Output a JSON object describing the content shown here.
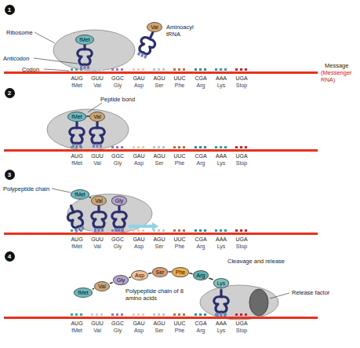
{
  "diagram": {
    "nodes": [
      {
        "text": [
          "1"
        ]
      },
      {
        "text": [
          "fMet"
        ]
      },
      {
        "text": [
          "Val"
        ]
      },
      {
        "text": [
          "2"
        ]
      },
      {
        "text": [
          "fMet"
        ]
      },
      {
        "text": [
          "Val"
        ]
      },
      {
        "text": [
          "3"
        ]
      },
      {
        "text": [
          "fMet"
        ]
      },
      {
        "text": [
          "Val"
        ]
      },
      {
        "text": [
          "Gly"
        ]
      },
      {
        "text": [
          "4"
        ]
      },
      {
        "text": [
          "fMet"
        ]
      },
      {
        "text": [
          "Val"
        ]
      },
      {
        "text": [
          "Gly"
        ]
      },
      {
        "text": [
          "Asp"
        ]
      },
      {
        "text": [
          "Ser"
        ]
      },
      {
        "text": [
          "Phe"
        ]
      },
      {
        "text": [
          "Arg"
        ]
      },
      {
        "text": [
          "Lys"
        ]
      }
    ],
    "edges": [
      {
        "from": 4,
        "to": 5,
        "arrow": "none"
      },
      {
        "from": 7,
        "to": 8,
        "arrow": "none"
      },
      {
        "from": 11,
        "to": 12,
        "arrow": "none"
      },
      {
        "from": 12,
        "to": 13,
        "arrow": "none"
      },
      {
        "from": 13,
        "to": 14,
        "arrow": "none"
      },
      {
        "from": 14,
        "to": 15,
        "arrow": "none"
      },
      {
        "from": 15,
        "to": 16,
        "arrow": "none"
      },
      {
        "from": 16,
        "to": 17,
        "arrow": "none"
      },
      {
        "from": 17,
        "to": 18,
        "arrow": "none"
      }
    ],
    "labels": [
      "Ribosome",
      "Aminoacyl tRNA",
      "Anticodon",
      "Message",
      "Codon",
      "AUG",
      "GUU",
      "GGC",
      "GAU",
      "AGU",
      "UUC",
      "CGA",
      "AAA",
      "UGA",
      "fMet",
      "Val",
      "Gly",
      "Asp",
      "Ser",
      "Phe",
      "Arg",
      "Lys",
      "Stop",
      "(Messenger RNA)",
      "Peptide bond",
      "AUG",
      "GUU",
      "GGC",
      "GAU",
      "AGU",
      "UUC",
      "CGA",
      "AAA",
      "UGA",
      "fMet",
      "Val",
      "Gly",
      "Asp",
      "Ser",
      "Phe",
      "Arg",
      "Lys",
      "Stop",
      "Polypeptide chain",
      "AUG",
      "GUU",
      "GGC",
      "GAU",
      "AGU",
      "UUC",
      "CGA",
      "AAA",
      "UGA",
      "fMet",
      "Val",
      "Gly",
      "Asp",
      "Ser",
      "Phe",
      "Arg",
      "Lys",
      "Stop",
      "Polypeptide chain of 8 amino acids",
      "Cleavage and release",
      "Release factor",
      "AUG",
      "GUU",
      "GGC",
      "GAU",
      "AGU",
      "UUC",
      "CGA",
      "AAA",
      "UGA",
      "fMet",
      "Val",
      "Gly",
      "Asp",
      "Ser",
      "Phe",
      "Arg",
      "Lys",
      "Stop"
    ]
  }
}
